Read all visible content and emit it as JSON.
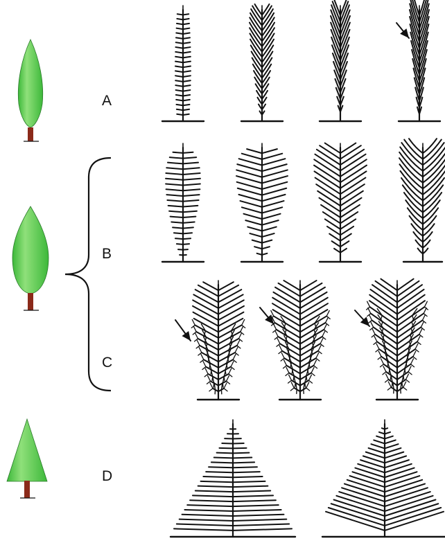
{
  "rows": [
    {
      "id": "A",
      "label": "A"
    },
    {
      "id": "B",
      "label": "B"
    },
    {
      "id": "C",
      "label": "C"
    },
    {
      "id": "D",
      "label": "D"
    }
  ],
  "icons": {
    "crown_color": "#3db83a",
    "crown_highlight": "#8fe07a",
    "trunk_color": "#8b2a1a",
    "ink_color": "#111111"
  }
}
